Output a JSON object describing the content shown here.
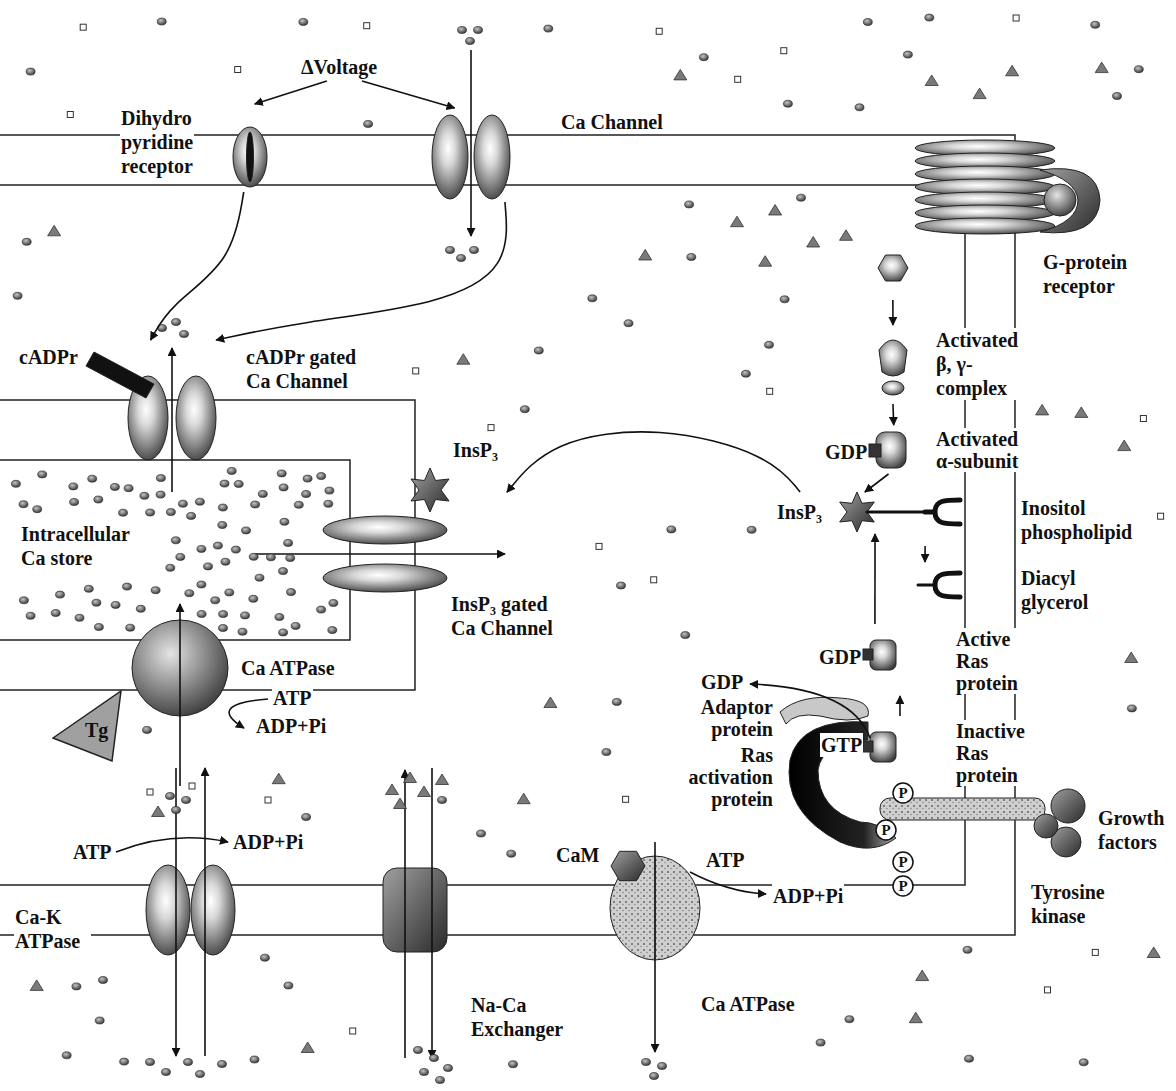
{
  "diagram": {
    "nodes": [
      {
        "text": [
          "ΔVoltage"
        ]
      },
      {
        "text": [
          "Dihydro pyridine receptor"
        ]
      },
      {
        "text": [
          "Ca Channel"
        ]
      },
      {
        "text": [
          "G-protein receptor"
        ]
      },
      {
        "text": [
          "cADPr gated Ca Channel"
        ]
      },
      {
        "text": [
          "Activated β, γ- complex"
        ]
      },
      {
        "text": [
          "Activated α-subunit"
        ]
      },
      {
        "text": [
          "InsP₃"
        ]
      },
      {
        "text": [
          "InsP₃"
        ]
      },
      {
        "text": [
          "Intracellular Ca store"
        ]
      },
      {
        "text": [
          "InsP₃ gated Ca Channel"
        ]
      },
      {
        "text": [
          "Inositol phospholipid"
        ]
      },
      {
        "text": [
          "Diacyl glycerol"
        ]
      },
      {
        "text": [
          "Active Ras protein"
        ]
      },
      {
        "text": [
          "Inactive Ras protein"
        ]
      },
      {
        "text": [
          "Ca ATPase"
        ]
      },
      {
        "text": [
          "Tg"
        ]
      },
      {
        "text": [
          "P"
        ]
      },
      {
        "text": [
          "P"
        ]
      },
      {
        "text": [
          "P"
        ]
      },
      {
        "text": [
          "P"
        ]
      },
      {
        "text": [
          "Ca-K ATPase"
        ]
      },
      {
        "text": [
          "Na-Ca Exchanger"
        ]
      },
      {
        "text": [
          "Ca ATPase"
        ]
      }
    ],
    "edges": [
      {
        "from": 0,
        "to": 1,
        "arrow": "to"
      },
      {
        "from": 0,
        "to": 2,
        "arrow": "to"
      },
      {
        "from": 1,
        "to": 4,
        "arrow": "to"
      },
      {
        "from": 2,
        "to": 4,
        "arrow": "to"
      },
      {
        "from": 3,
        "to": 5,
        "arrow": "to"
      },
      {
        "from": 5,
        "to": 6,
        "arrow": "to"
      },
      {
        "from": 6,
        "to": 7,
        "arrow": "to"
      },
      {
        "from": 7,
        "to": 8,
        "arrow": "to"
      },
      {
        "from": 11,
        "to": 12,
        "arrow": "to"
      },
      {
        "from": 13,
        "to": 7,
        "arrow": "to"
      },
      {
        "from": 14,
        "to": 13,
        "arrow": "to"
      }
    ],
    "labels": [
      "cADPr",
      "GDP",
      "GDP",
      "GDP",
      "GTP",
      "Adaptor protein",
      "Ras activation protein",
      "ATP",
      "ADP+Pi",
      "Growth factors",
      "Tyrosine kinase",
      "ATP",
      "ADP+Pi",
      "CaM",
      "ATP",
      "ADP+Pi"
    ]
  }
}
